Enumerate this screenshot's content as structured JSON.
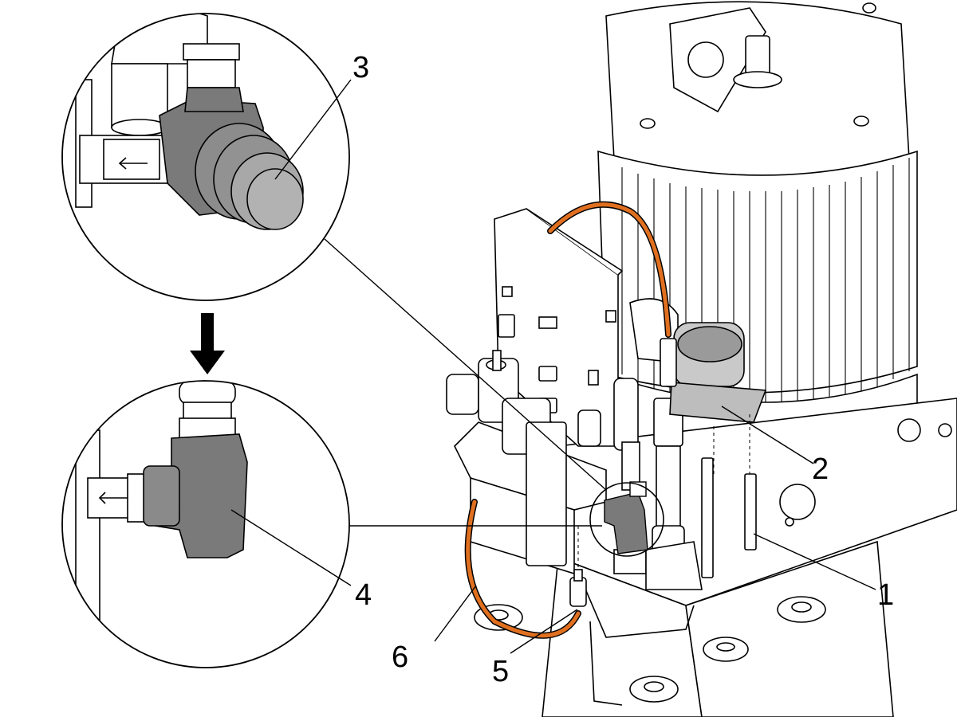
{
  "callouts": {
    "c1": "1",
    "c2": "2",
    "c3": "3",
    "c4": "4",
    "c5": "5",
    "c6": "6"
  },
  "colors": {
    "hose": "#e07020",
    "highlight": "#7a7a7a",
    "highlight_light": "#a8a8a8",
    "line": "#000000",
    "paper": "#ffffff"
  },
  "icons": {
    "arrow": "down-arrow-icon",
    "flow": "left-arrow-icon"
  }
}
